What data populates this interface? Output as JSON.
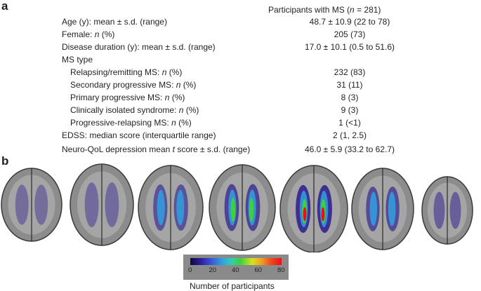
{
  "panel_a": {
    "label": "a",
    "header": {
      "prefix": "Participants with MS (",
      "n_label": "n",
      "suffix": " = 281)"
    },
    "rows": [
      {
        "label": "Age (y): mean ± s.d. (range)",
        "value": "48.7 ± 10.9 (22 to 78)"
      },
      {
        "label": "Female: ",
        "label_italic": "n",
        "label_suffix": " (%)",
        "value": "205 (73)"
      },
      {
        "label": "Disease duration (y): mean ± s.d. (range)",
        "value": "17.0 ± 10.1 (0.5 to 51.6)"
      },
      {
        "label": "MS type",
        "value": ""
      },
      {
        "label": "Relapsing/remitting MS: ",
        "label_italic": "n",
        "label_suffix": " (%)",
        "value": "232 (83)",
        "sub": true
      },
      {
        "label": "Secondary progressive MS: ",
        "label_italic": "n",
        "label_suffix": " (%)",
        "value": "31 (11)",
        "sub": true
      },
      {
        "label": "Primary progressive MS: ",
        "label_italic": "n",
        "label_suffix": " (%)",
        "value": "8 (3)",
        "sub": true
      },
      {
        "label": "Clinically isolated syndrome: ",
        "label_italic": "n",
        "label_suffix": " (%)",
        "value": "9 (3)",
        "sub": true
      },
      {
        "label": "Progressive-relapsing MS: ",
        "label_italic": "n",
        "label_suffix": " (%)",
        "value": "1 (<1)",
        "sub": true
      },
      {
        "label": "EDSS: median score (interquartile range)",
        "value": "2 (1, 2.5)"
      },
      {
        "label": "Neuro-QoL depression mean ",
        "label_italic": "t",
        "label_suffix": " score ± s.d. (range)",
        "value": "46.0 ± 5.9 (33.2 to 62.7)"
      }
    ]
  },
  "panel_b": {
    "label": "b",
    "colorbar": {
      "title": "Number of participants",
      "ticks": [
        "0",
        "20",
        "40",
        "60",
        "80"
      ],
      "min": 0,
      "max": 80
    },
    "slices": [
      {
        "intensity": 0.1
      },
      {
        "intensity": 0.15
      },
      {
        "intensity": 0.5
      },
      {
        "intensity": 0.7
      },
      {
        "intensity": 1.0
      },
      {
        "intensity": 0.6
      },
      {
        "intensity": 0.3
      }
    ]
  }
}
